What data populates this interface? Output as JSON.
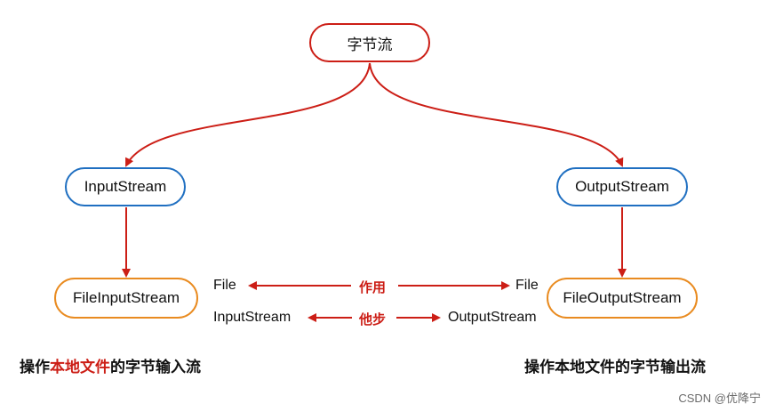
{
  "nodes": {
    "root": "字节流",
    "input_stream": "InputStream",
    "output_stream": "OutputStream",
    "file_input_stream": "FileInputStream",
    "file_output_stream": "FileOutputStream"
  },
  "relation": {
    "row1_left": "File",
    "row1_mid": "作用",
    "row1_right": "File",
    "row2_left": "InputStream",
    "row2_mid": "他步",
    "row2_right": "OutputStream"
  },
  "captions": {
    "left_pre": "操作",
    "left_highlight": "本地文件",
    "left_post": "的字节输入流",
    "right": "操作本地文件的字节输出流"
  },
  "watermark": "CSDN @优降宁",
  "colors": {
    "red": "#cc1e16",
    "blue": "#1f6fc1",
    "orange": "#e98b20"
  }
}
